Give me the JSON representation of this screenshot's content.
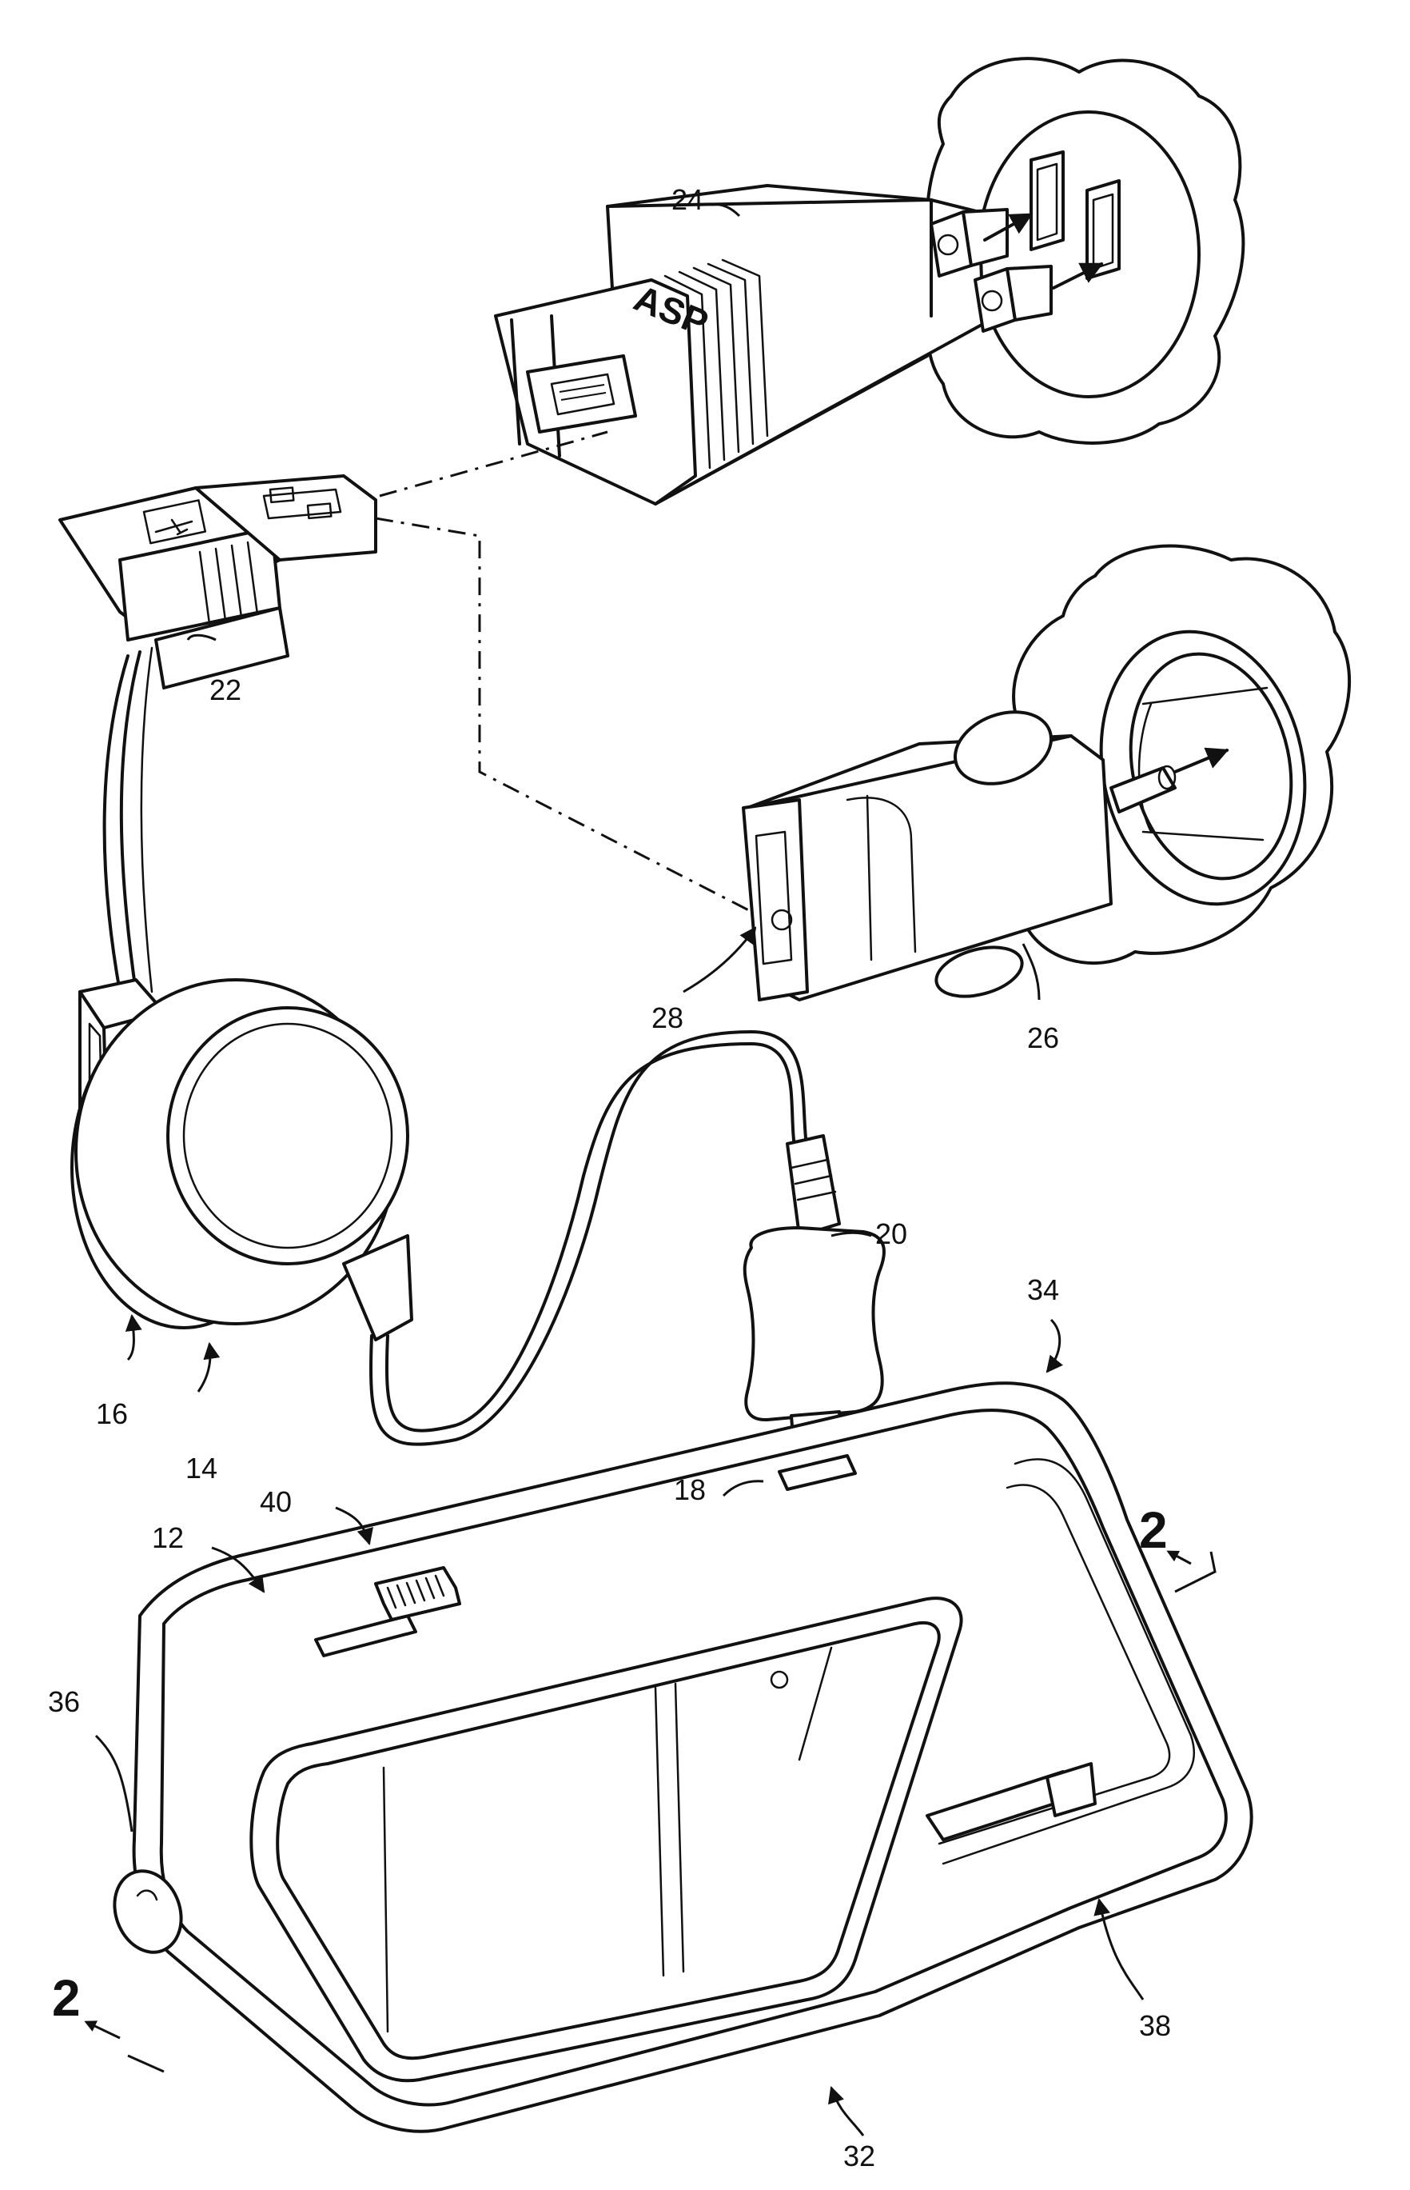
{
  "labels": {
    "ref_24": "24",
    "ref_22": "22",
    "ref_28": "28",
    "ref_26": "26",
    "ref_20": "20",
    "ref_34": "34",
    "ref_16": "16",
    "ref_14": "14",
    "ref_18": "18",
    "ref_40": "40",
    "ref_12": "12",
    "ref_36": "36",
    "ref_38": "38",
    "ref_32": "32",
    "section_right": "2",
    "section_left": "2"
  },
  "logo_text": "ASP"
}
